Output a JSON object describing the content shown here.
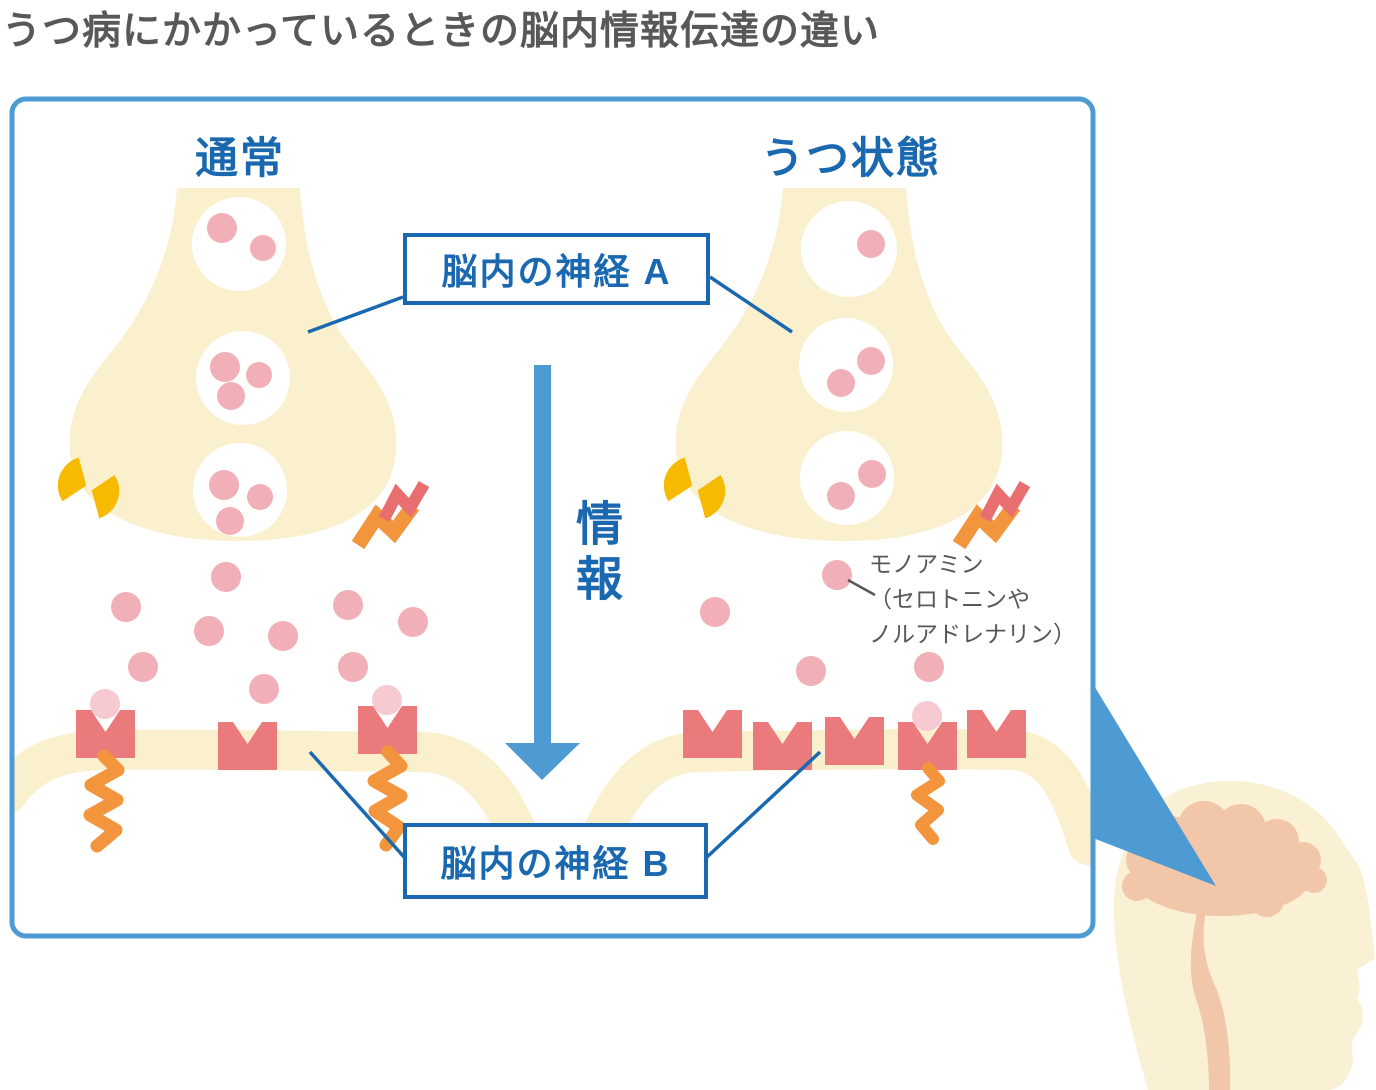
{
  "title": "うつ病にかかっているときの脳内情報伝達の違い",
  "diagram": {
    "left_condition": "通常",
    "right_condition": "うつ状態",
    "neuron_a_label": "脳内の神経 A",
    "neuron_b_label": "脳内の神経 B",
    "signal_label": "情報",
    "monoamine_note": "モノアミン\n（セロトニンや\nノルアドレナリン）"
  },
  "icons": {
    "enzyme": "yellow-enzyme-icon",
    "reuptake_transporter": "reuptake-transporter-icon",
    "receptor": "receptor-icon",
    "synaptic_vesicle": "synaptic-vesicle",
    "monoamine": "monoamine-dot",
    "signal_squiggle": "signal-squiggle-icon",
    "information_arrow": "downward-information-arrow",
    "magnifier_wedge": "magnifier-callout-wedge",
    "brain": "brain-in-head-icon"
  },
  "colors": {
    "title_gray": "#595757",
    "label_blue": "#1A69B0",
    "panel_border_blue": "#4E9AD3",
    "arrow_blue": "#4E9AD3",
    "neuron_cream": "#FAF0CD",
    "monoamine_pink": "#F1AFB8",
    "docked_pink": "#F6CAD0",
    "receptor_salmon": "#EB7A7C",
    "signal_orange": "#F2953D",
    "transporter_red": "#E96E6F",
    "enzyme_yellow": "#F6BB00",
    "head_cream": "#FAF0D4",
    "brain_salmon": "#F2C7A9"
  }
}
